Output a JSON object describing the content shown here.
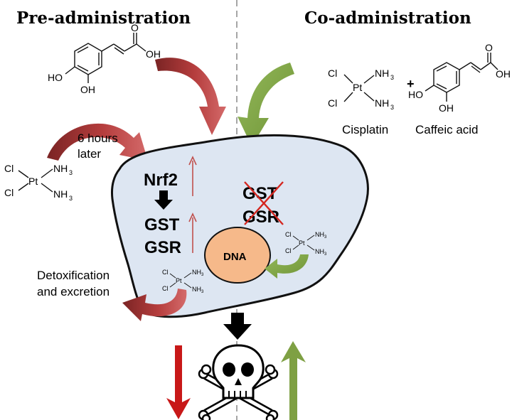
{
  "headers": {
    "left": "Pre-administration",
    "right": "Co-administration"
  },
  "labels": {
    "six_hours_line1": "6 hours",
    "six_hours_line2": "later",
    "detox_line1": "Detoxification",
    "detox_line2": "and excretion",
    "cisplatin": "Cisplatin",
    "caffeic_acid": "Caffeic acid",
    "plus": "+"
  },
  "cell": {
    "left_pathway": [
      "Nrf2",
      "GST",
      "GSR"
    ],
    "right_pathway": [
      "GST",
      "GSR"
    ],
    "nucleus": "DNA"
  },
  "molecules": {
    "cl": "Cl",
    "pt": "Pt",
    "nh": "NH",
    "sub3": "3",
    "oh": "OH",
    "ho": "HO",
    "o": "O"
  },
  "colors": {
    "cell_fill": "#dde6f2",
    "nucleus_fill": "#f6b98a",
    "red_arrow": "#b03a3a",
    "green_arrow": "#7ea043",
    "thin_red": "#c0504d",
    "cross": "#d4261f",
    "divider": "#a6a6a6"
  }
}
